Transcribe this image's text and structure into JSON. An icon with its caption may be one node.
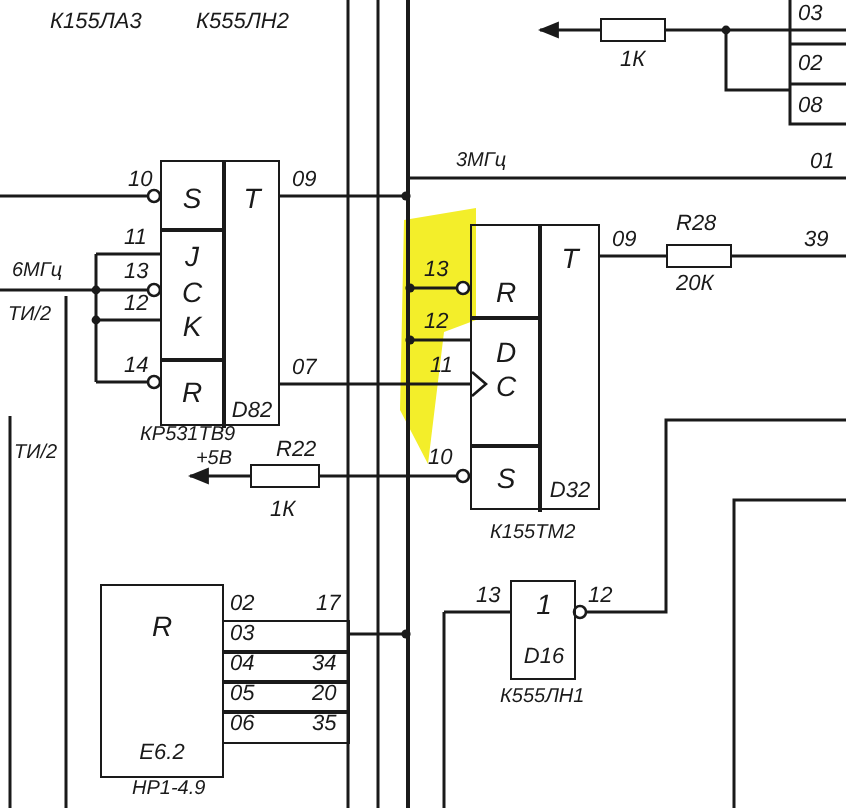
{
  "diagram": {
    "nodes": [
      {
        "text": [],
        "shape": "box",
        "beside": [
          "1К"
        ]
      },
      {
        "text": [
          "S",
          "J",
          "C",
          "K",
          "R",
          "T",
          "D82"
        ],
        "beside": [
          "КР531ТВ9"
        ]
      },
      {
        "text": [],
        "shape": "box",
        "beside": [
          "R28",
          "20К"
        ]
      },
      {
        "text": [
          "R",
          "D",
          "C",
          "S",
          "T",
          "D32"
        ],
        "beside": [
          "К155ТМ2"
        ]
      },
      {
        "text": [],
        "shape": "box",
        "beside": [
          "R22",
          "1К"
        ]
      },
      {
        "text": [
          "1",
          "D16"
        ],
        "beside": [
          "К555ЛН1"
        ]
      },
      {
        "text": [
          "R",
          "Е6.2"
        ],
        "beside": [
          "НР1-4.9"
        ]
      },
      {
        "text": [],
        "shape": "bar"
      },
      {
        "text": [],
        "shape": "box"
      },
      {
        "text": [
          "+5В"
        ]
      }
    ],
    "edges": [
      {
        "from": 0,
        "to": null,
        "arrow": "to"
      },
      {
        "from": 1,
        "to": 3,
        "arrow": "to"
      },
      {
        "from": 3,
        "to": 2,
        "arrow": "none"
      },
      {
        "from": 4,
        "to": 3,
        "arrow": "other"
      },
      {
        "from": 4,
        "to": 9,
        "arrow": "to"
      },
      {
        "from": 1,
        "to": 7,
        "arrow": "other"
      },
      {
        "from": 7,
        "to": 3,
        "arrow": "other"
      },
      {
        "from": 7,
        "to": 3,
        "arrow": "other"
      },
      {
        "from": 8,
        "to": 7,
        "arrow": "other"
      }
    ],
    "labels": [
      "К155ЛА3",
      "К555ЛН2",
      "03",
      "02",
      "08",
      "3МГц",
      "01",
      "10",
      "09",
      "11",
      "6МГц",
      "13",
      "12",
      "ТИ/2",
      "14",
      "07",
      "39",
      "13",
      "12",
      "11",
      "ТИ/2",
      "10",
      "09",
      "02",
      "17",
      "03",
      "04",
      "34",
      "05",
      "20",
      "06",
      "35",
      "13",
      "12"
    ]
  }
}
